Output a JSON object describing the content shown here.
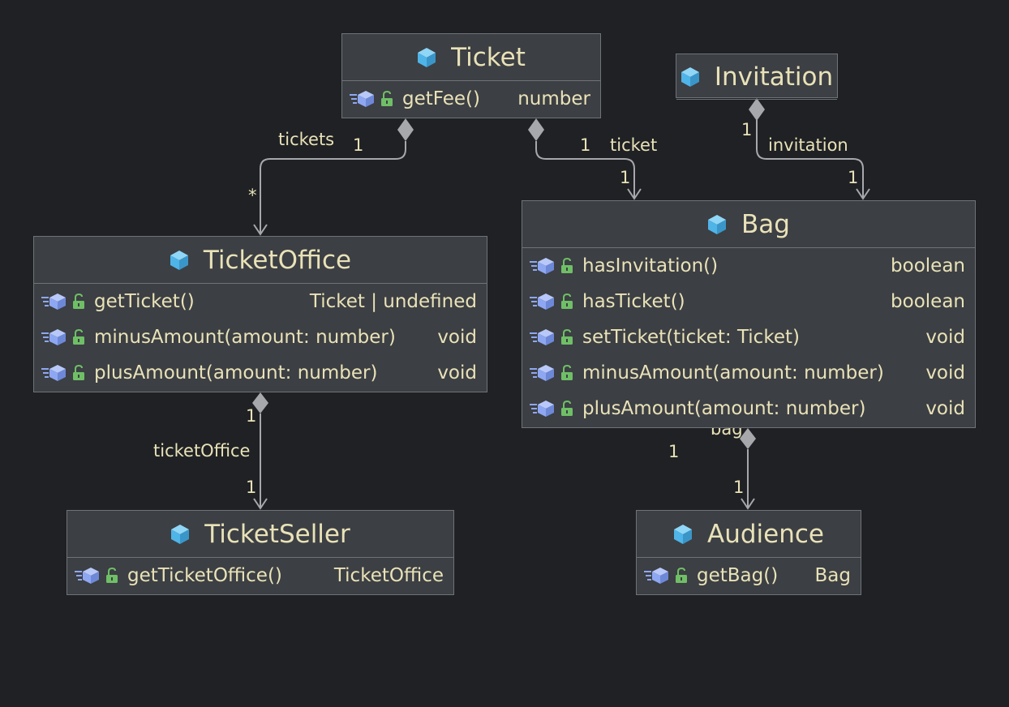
{
  "colors": {
    "background": "#1f2124",
    "class_fill": "#3c3f43",
    "class_border": "#6f7378",
    "text": "#e9e2b8",
    "class_icon": "#4fb4e8",
    "method_icon": "#8ea7f2",
    "lock_icon": "#6fbf66",
    "edge": "#a6a8ab"
  },
  "classes": {
    "ticket": {
      "name": "Ticket",
      "members": [
        {
          "name": "getFee()",
          "type": "number"
        }
      ]
    },
    "invitation": {
      "name": "Invitation",
      "members": []
    },
    "ticketOffice": {
      "name": "TicketOffice",
      "members": [
        {
          "name": "getTicket()",
          "type": "Ticket | undefined"
        },
        {
          "name": "minusAmount(amount: number)",
          "type": "void"
        },
        {
          "name": "plusAmount(amount: number)",
          "type": "void"
        }
      ]
    },
    "bag": {
      "name": "Bag",
      "members": [
        {
          "name": "hasInvitation()",
          "type": "boolean"
        },
        {
          "name": "hasTicket()",
          "type": "boolean"
        },
        {
          "name": "setTicket(ticket: Ticket)",
          "type": "void"
        },
        {
          "name": "minusAmount(amount: number)",
          "type": "void"
        },
        {
          "name": "plusAmount(amount: number)",
          "type": "void"
        }
      ]
    },
    "ticketSeller": {
      "name": "TicketSeller",
      "members": [
        {
          "name": "getTicketOffice()",
          "type": "TicketOffice"
        }
      ]
    },
    "audience": {
      "name": "Audience",
      "members": [
        {
          "name": "getBag()",
          "type": "Bag"
        }
      ]
    }
  },
  "edges": {
    "ticket_to_ticketOffice": {
      "role": "tickets",
      "source_mult": "1",
      "target_mult": "*"
    },
    "ticket_to_bag": {
      "role": "ticket",
      "source_mult": "1",
      "target_mult": "1"
    },
    "invitation_to_bag": {
      "role": "invitation",
      "source_mult": "1",
      "target_mult": "1"
    },
    "ticketOffice_to_ticketSeller": {
      "role": "ticketOffice",
      "source_mult": "1",
      "target_mult": "1"
    },
    "bag_to_audience": {
      "role": "bag",
      "source_mult": "1",
      "target_mult": "1"
    }
  },
  "icons": {
    "class": "class-icon",
    "method": "method-icon",
    "visibility": "public-lock-icon"
  }
}
